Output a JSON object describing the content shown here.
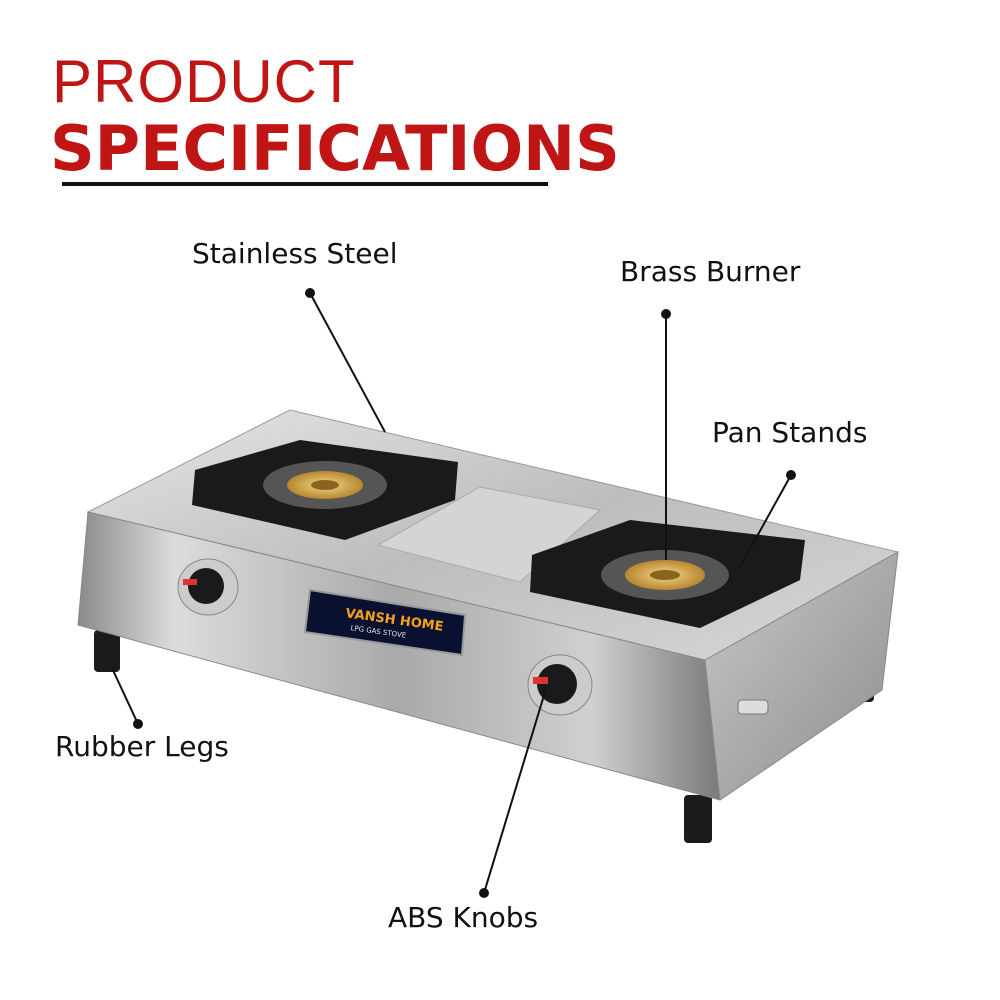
{
  "heading": {
    "line1": "PRODUCT",
    "line2": "SPECIFICATIONS",
    "color": "#c01515"
  },
  "callouts": [
    {
      "label": "Stainless Steel"
    },
    {
      "label": "Brass Burner"
    },
    {
      "label": "Pan Stands"
    },
    {
      "label": "Rubber Legs"
    },
    {
      "label": "ABS Knobs"
    }
  ],
  "product": {
    "brand_logo": "VANSH HOME",
    "brand_sub": "LPG GAS STOVE"
  }
}
